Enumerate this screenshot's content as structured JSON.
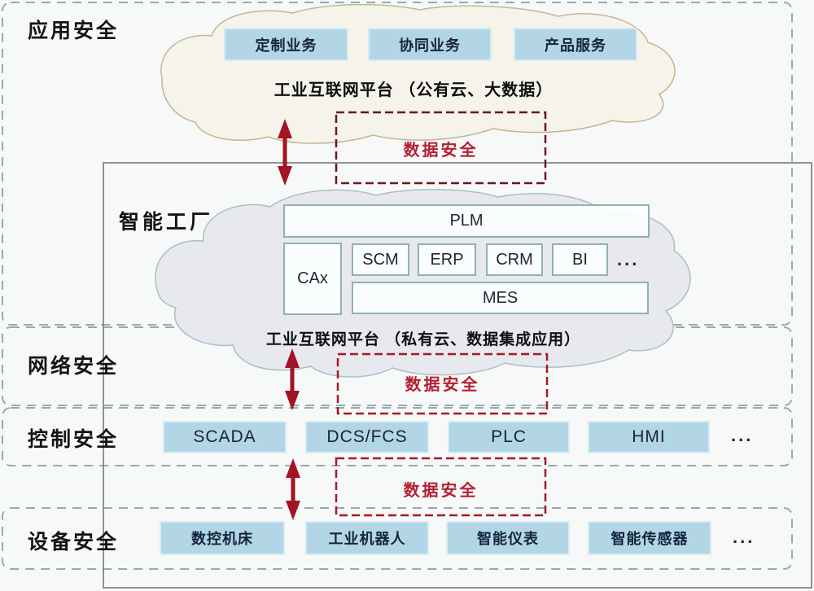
{
  "colors": {
    "band_dash": "#93abb1",
    "solid_box_border": "#717176",
    "red_accent": "#a31425",
    "data_security_text": "#b51f33",
    "blue_box_bg": "#b2d6e6",
    "white_box_border": "#8fb2ad",
    "cloud_top_fill": "#f6f3ea",
    "cloud_top_stroke": "#c2b695",
    "cloud_factory_fill": "#e7e9ef",
    "cloud_factory_stroke": "#aabfc5"
  },
  "security_bands": [
    {
      "label": "应用安全"
    },
    {
      "label": "网络安全"
    },
    {
      "label": "控制安全"
    },
    {
      "label": "设备安全"
    }
  ],
  "application_layer": {
    "services": [
      "定制业务",
      "协同业务",
      "产品服务"
    ],
    "platform_label": "工业互联网平台 （公有云、大数据）"
  },
  "smart_factory": {
    "label": "智能工厂",
    "plm": "PLM",
    "cax": "CAx",
    "apps": [
      "SCM",
      "ERP",
      "CRM",
      "BI"
    ],
    "apps_ellipsis": "...",
    "mes": "MES",
    "platform_label": "工业互联网平台 （私有云、数据集成应用）"
  },
  "data_security": {
    "label": "数据安全"
  },
  "control_layer": {
    "systems": [
      "SCADA",
      "DCS/FCS",
      "PLC",
      "HMI"
    ],
    "ellipsis": "..."
  },
  "device_layer": {
    "devices": [
      "数控机床",
      "工业机器人",
      "智能仪表",
      "智能传感器"
    ],
    "ellipsis": "..."
  }
}
